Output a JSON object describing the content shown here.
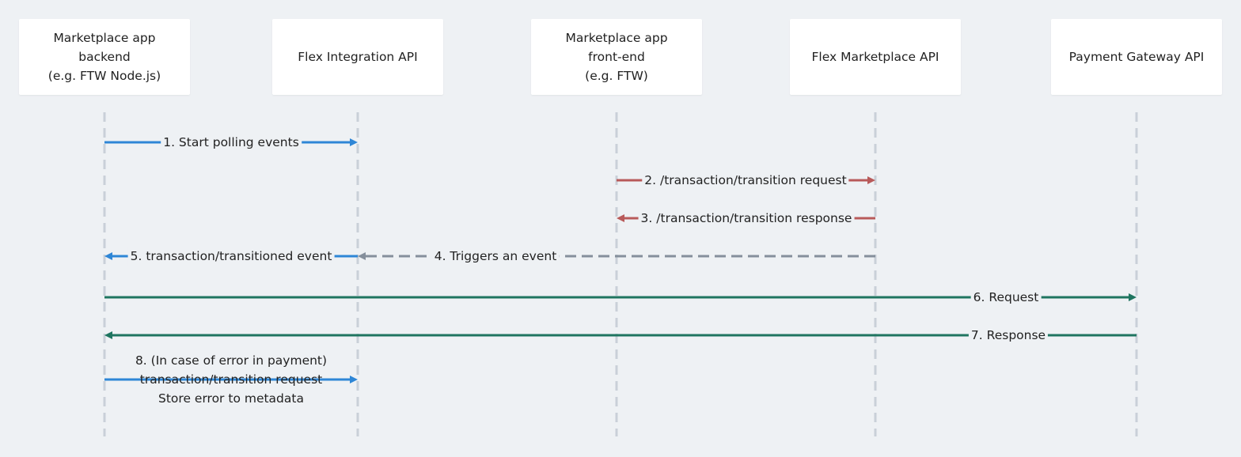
{
  "participants": [
    {
      "id": "backend",
      "label": "Marketplace app\nbackend\n(e.g. FTW Node.js)"
    },
    {
      "id": "integration",
      "label": "Flex Integration API"
    },
    {
      "id": "frontend",
      "label": "Marketplace app\nfront-end\n(e.g. FTW)"
    },
    {
      "id": "marketplace",
      "label": "Flex Marketplace API"
    },
    {
      "id": "gateway",
      "label": "Payment Gateway API"
    }
  ],
  "messages": [
    {
      "from": "backend",
      "to": "integration",
      "label": "1. Start polling events",
      "color": "#2e86d6",
      "style": "solid"
    },
    {
      "from": "frontend",
      "to": "marketplace",
      "label": "2. /transaction/transition request",
      "color": "#b85a5a",
      "style": "solid"
    },
    {
      "from": "marketplace",
      "to": "frontend",
      "label": "3. /transaction/transition response",
      "color": "#b85a5a",
      "style": "solid"
    },
    {
      "from": "marketplace",
      "to": "integration",
      "label": "4. Triggers an event",
      "color": "#858f9c",
      "style": "dashed"
    },
    {
      "from": "integration",
      "to": "backend",
      "label": "5. transaction/transitioned event",
      "color": "#2e86d6",
      "style": "solid"
    },
    {
      "from": "backend",
      "to": "gateway",
      "label": "6. Request",
      "color": "#1f7560",
      "style": "solid"
    },
    {
      "from": "gateway",
      "to": "backend",
      "label": "7. Response",
      "color": "#1f7560",
      "style": "solid"
    },
    {
      "from": "backend",
      "to": "integration",
      "label": "8. (In case of error in payment)\ntransaction/transition request\nStore error to metadata",
      "color": "#2e86d6",
      "style": "solid"
    }
  ],
  "colors": {
    "background": "#eef1f4",
    "lifeline": "#c9d0d8"
  }
}
